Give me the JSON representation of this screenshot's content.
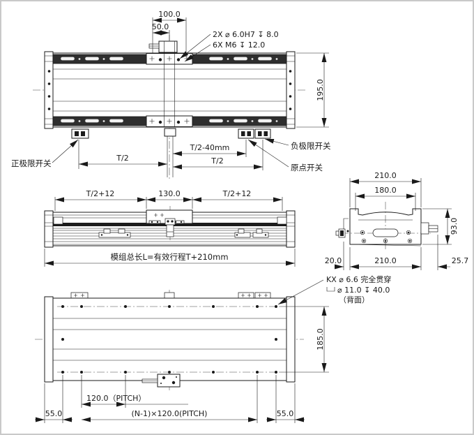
{
  "drawing": {
    "plan": {
      "dim_100": "100.0",
      "dim_50": "50.0",
      "note_dowel_holes": "2X ⌀ 6.0H7 ↧ 8.0",
      "note_tapped_holes": "6X  M6 ↧ 12.0",
      "dim_195": "195.0",
      "dim_t2_left": "T/2",
      "dim_t2_minus_40": "T/2-40mm",
      "dim_t2_right": "T/2",
      "label_positive_limit_switch": "正极限开关",
      "label_negative_limit_switch": "负极限开关",
      "label_origin_switch": "原点开关"
    },
    "front": {
      "dim_t2_plus_12_left": "T/2+12",
      "dim_130": "130.0",
      "dim_t2_plus_12_right": "T/2+12",
      "dim_total_length": "模组总长L=有效行程T+210mm"
    },
    "section": {
      "dim_210_top": "210.0",
      "dim_180": "180.0",
      "dim_93": "93.0",
      "dim_20": "20.0",
      "dim_210_bottom": "210.0",
      "dim_25_7": "25.7"
    },
    "bottom": {
      "dim_185": "185.0",
      "note_kx_line1": "KX ⌀ 6.6 完全贯穿",
      "note_kx_line2": "⌀ 11.0 ↧ 40.0",
      "note_kx_line3": "（背面）",
      "dim_pitch": "120.0（PITCH）",
      "dim_pitch_total": "(N-1)×120.0(PITCH)",
      "dim_55_left": "55.0",
      "dim_55_right": "55.0"
    }
  }
}
